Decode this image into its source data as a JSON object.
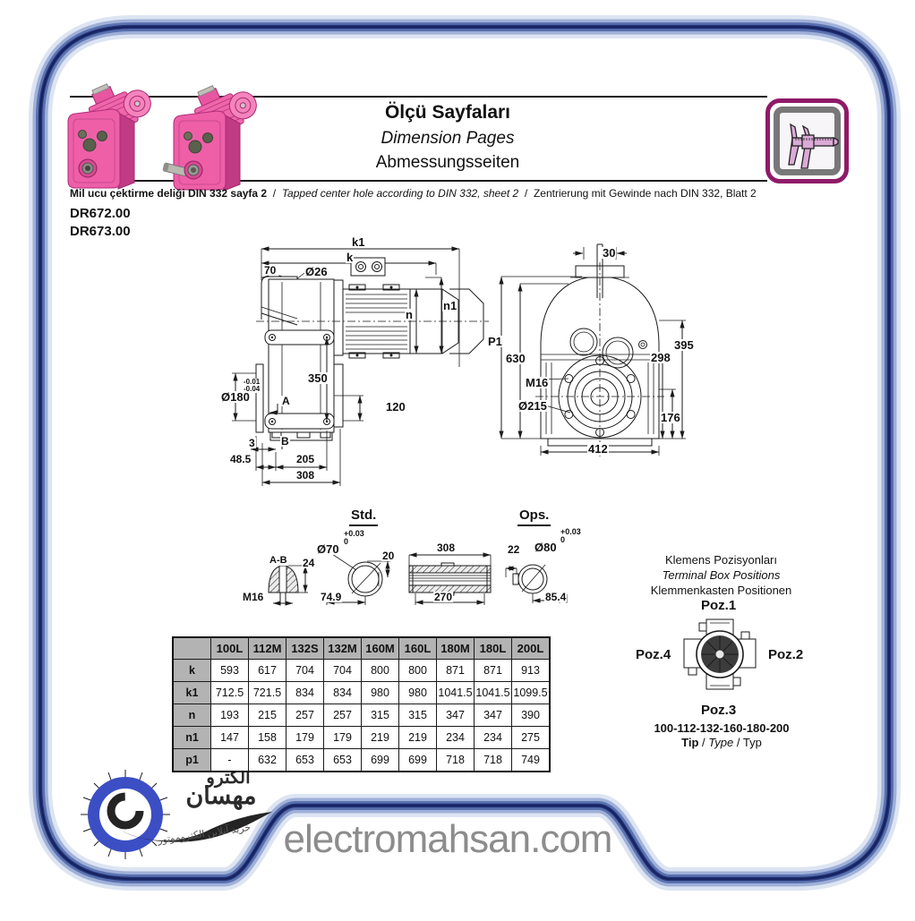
{
  "header": {
    "title_tr": "Ölçü Sayfaları",
    "title_en": "Dimension Pages",
    "title_de": "Abmessungsseiten"
  },
  "note": {
    "tr": "Mil ucu çektirme deliği DIN 332 sayfa 2",
    "sep": "/",
    "en": "Tapped center hole according to DIN 332, sheet 2",
    "de": "Zentrierung mit Gewinde nach DIN 332, Blatt 2"
  },
  "models": [
    "DR672.00",
    "DR673.00"
  ],
  "side_view": {
    "k1": "k1",
    "k": "k",
    "d70": "70",
    "dia26": "Ø26",
    "n1": "n1",
    "n": "n",
    "d350": "350",
    "d120": "120",
    "dia180": "Ø180",
    "tol1": "-0.01",
    "tol2": "-0.04",
    "a": "A",
    "b": "B",
    "d3": "3",
    "d485": "48.5",
    "d205": "205",
    "d308": "308"
  },
  "front_view": {
    "d30": "30",
    "p1": "P1",
    "d630": "630",
    "d395": "395",
    "d298": "298",
    "m16": "M16",
    "dia215": "Ø215",
    "d176": "176",
    "d412": "412"
  },
  "shaft_std": {
    "title": "Std.",
    "ab": "A-B",
    "d24": "24",
    "m16": "M16",
    "tol_plus": "+0.03",
    "tol_zero": "0",
    "dia": "Ø70",
    "d20": "20",
    "d749": "74.9",
    "d308": "308",
    "d270": "270"
  },
  "shaft_ops": {
    "title": "Ops.",
    "d22": "22",
    "tol_plus": "+0.03",
    "tol_zero": "0",
    "dia": "Ø80",
    "d854": "85.4"
  },
  "terminal_box": {
    "title_tr": "Klemens Pozisyonları",
    "title_en": "Terminal Box Positions",
    "title_de": "Klemmenkasten Positionen",
    "poz1": "Poz.1",
    "poz2": "Poz.2",
    "poz3": "Poz.3",
    "poz4": "Poz.4",
    "sizes": "100-112-132-160-180-200",
    "tip": "Tip",
    "type": "Type",
    "typ": "Typ",
    "sep": "/"
  },
  "table": {
    "headers": [
      "",
      "100L",
      "112M",
      "132S",
      "132M",
      "160M",
      "160L",
      "180M",
      "180L",
      "200L"
    ],
    "rows": [
      {
        "label": "k",
        "values": [
          "593",
          "617",
          "704",
          "704",
          "800",
          "800",
          "871",
          "871",
          "913"
        ]
      },
      {
        "label": "k1",
        "values": [
          "712.5",
          "721.5",
          "834",
          "834",
          "980",
          "980",
          "1041.5",
          "1041.5",
          "1099.5"
        ]
      },
      {
        "label": "n",
        "values": [
          "193",
          "215",
          "257",
          "257",
          "315",
          "315",
          "347",
          "347",
          "390"
        ]
      },
      {
        "label": "n1",
        "values": [
          "147",
          "158",
          "179",
          "179",
          "219",
          "219",
          "234",
          "234",
          "275"
        ]
      },
      {
        "label": "p1",
        "values": [
          "-",
          "632",
          "653",
          "653",
          "699",
          "699",
          "718",
          "718",
          "749"
        ]
      }
    ]
  },
  "watermark": "electromahsan.com",
  "logo": {
    "line1": "الکترو",
    "line2": "مهسان",
    "line3": "خرید آنلاین الکتروموتور"
  },
  "colors": {
    "frame_blue": "#1d2d6b",
    "motor_pink": "#ee5fa8",
    "icon_border": "#8f1a68",
    "table_header_bg": "#b3b3b3",
    "watermark_gray": "#8c8c8c",
    "gear_blue": "#3b4ec4"
  }
}
